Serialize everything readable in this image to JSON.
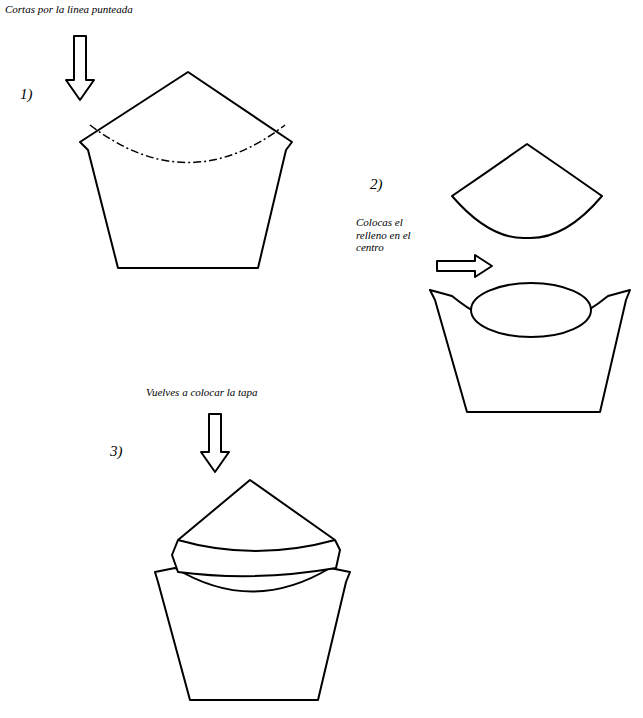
{
  "diagram": {
    "labels": [
      "Cortas por la linea punteada",
      "1)",
      "2)",
      "Colocas el relleno en el centro",
      "Vuelves a colocar la tapa",
      "3)"
    ]
  }
}
